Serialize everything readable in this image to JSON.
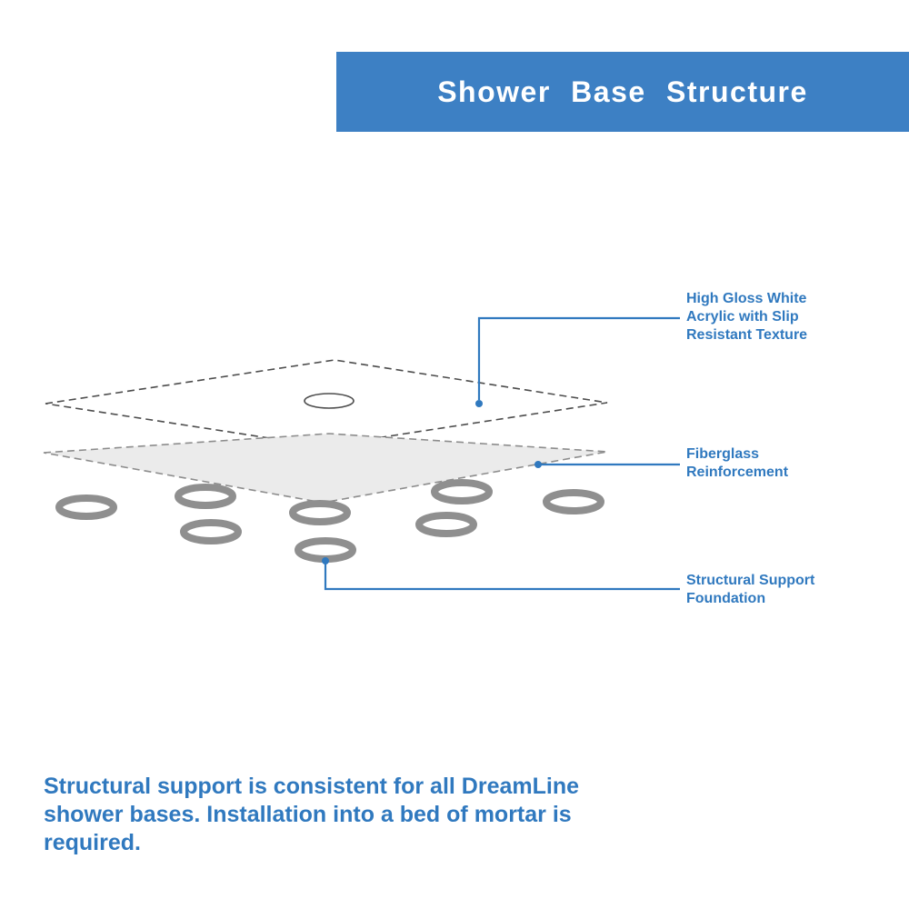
{
  "banner": {
    "title": "Shower Base Structure"
  },
  "diagram": {
    "callouts": [
      {
        "id": "acrylic",
        "label": "High Gloss White Acrylic with Slip Resistant Texture"
      },
      {
        "id": "fiberglass",
        "label": "Fiberglass Reinforcement"
      },
      {
        "id": "support",
        "label": "Structural Support Foundation"
      }
    ],
    "layers": [
      "High gloss white acrylic top layer with drain opening (dashed outline)",
      "Fiberglass reinforcement sheet (gray layer)",
      "Eight structural support foundation rings"
    ]
  },
  "footer": {
    "text": "Structural support is consistent for all DreamLine shower bases. Installation into a bed of mortar is required."
  },
  "colors": {
    "accent_blue": "#3079bf",
    "banner_blue": "#3d80c4",
    "layer_gray": "#ebebeb",
    "ring_gray": "#8f8f8f"
  }
}
